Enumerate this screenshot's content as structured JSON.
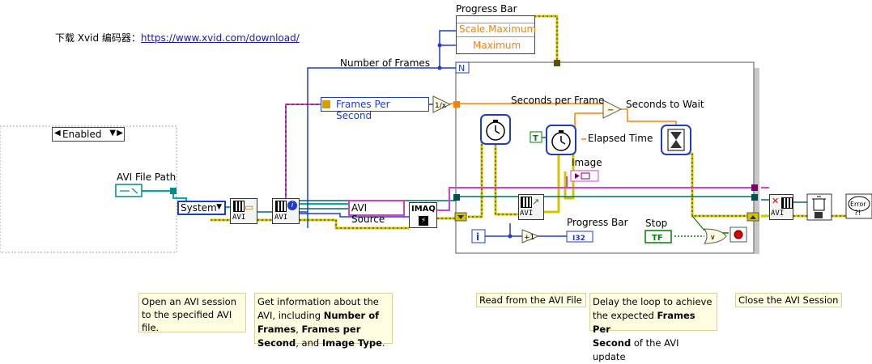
{
  "header": {
    "download_prefix": "下载 Xvid 编码器：",
    "download_link": "https://www.xvid.com/download/"
  },
  "case_structure": {
    "selector_value": "Enabled"
  },
  "controls": {
    "avi_file_path": "AVI File Path",
    "system_ring": "System",
    "frames_per_second": "Frames Per Second",
    "avi_source": "AVI Source",
    "number_of_frames": "Number of Frames",
    "seconds_per_frame": "Seconds per Frame",
    "seconds_to_wait": "Seconds to Wait",
    "elapsed_time": "Elapsed Time",
    "image": "Image",
    "progress_bar": "Progress Bar",
    "stop": "Stop",
    "true_const": "T",
    "tf": "TF",
    "i32": "I32",
    "iter": "i",
    "n": "N",
    "imaq": "IMAQ",
    "avi": "AVI",
    "error": "Error"
  },
  "property_node": {
    "title": "Progress Bar",
    "prop1": "Scale.Maximum",
    "prop2": "Maximum"
  },
  "comments": {
    "open_session": [
      "Open an AVI session",
      "to the specified AVI",
      "file."
    ],
    "get_info_parts": [
      {
        "t": "Get information about the",
        "b": false
      },
      {
        "t": "AVI, including ",
        "b": false
      },
      {
        "t": "Number of",
        "b": true
      },
      {
        "t": "Frames",
        "b": true
      },
      {
        "t": ", ",
        "b": false
      },
      {
        "t": "Frames per",
        "b": true
      },
      {
        "t": "Second",
        "b": true
      },
      {
        "t": ", and ",
        "b": false
      },
      {
        "t": "Image Type",
        "b": true
      },
      {
        "t": ".",
        "b": false
      }
    ],
    "read_file": "Read from the AVI File",
    "delay_parts": [
      {
        "t": "Delay the loop to achieve",
        "b": false
      },
      {
        "t": "the expected ",
        "b": false
      },
      {
        "t": "Frames Per",
        "b": true
      },
      {
        "t": "Second",
        "b": true
      },
      {
        "t": " of the AVI update",
        "b": false
      }
    ],
    "close_session": "Close the AVI Session"
  },
  "colors": {
    "wire_path": "#00aaaa",
    "wire_refnum": "#006b6b",
    "wire_number_blue": "#1e3cc8",
    "wire_number_orange": "#ff7f00",
    "wire_error": "#d4c400",
    "wire_image": "#cc44cc",
    "wire_bool": "#008000",
    "note_bg": "#fffde1"
  }
}
